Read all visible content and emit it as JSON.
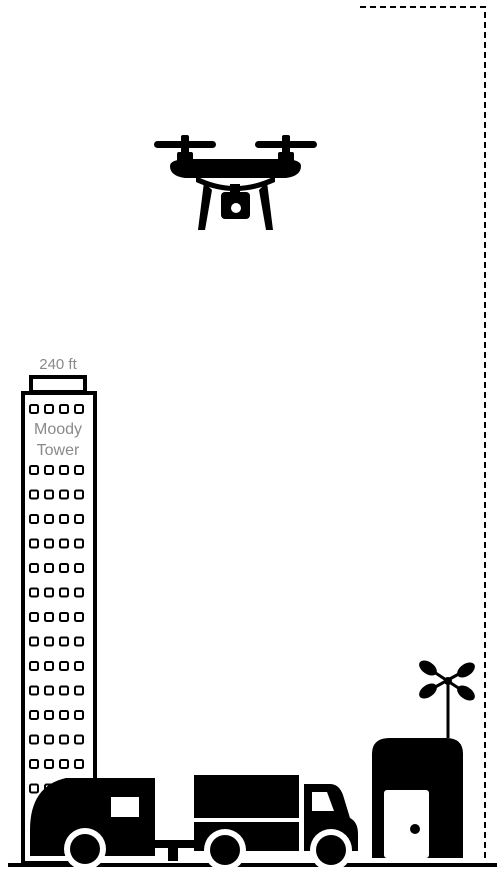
{
  "tower": {
    "height_label": "240 ft",
    "name_line1": "Moody",
    "name_line2": "Tower"
  },
  "icons": {
    "drone": "drone-icon",
    "tower": "building-icon",
    "trailer": "camper-trailer-icon",
    "truck": "box-truck-icon",
    "station": "weather-station-icon",
    "anemometer": "anemometer-icon",
    "altitude_line": "dashed-altitude-line"
  },
  "colors": {
    "ink": "#000000",
    "label": "#8a8a8a",
    "background": "#ffffff"
  }
}
